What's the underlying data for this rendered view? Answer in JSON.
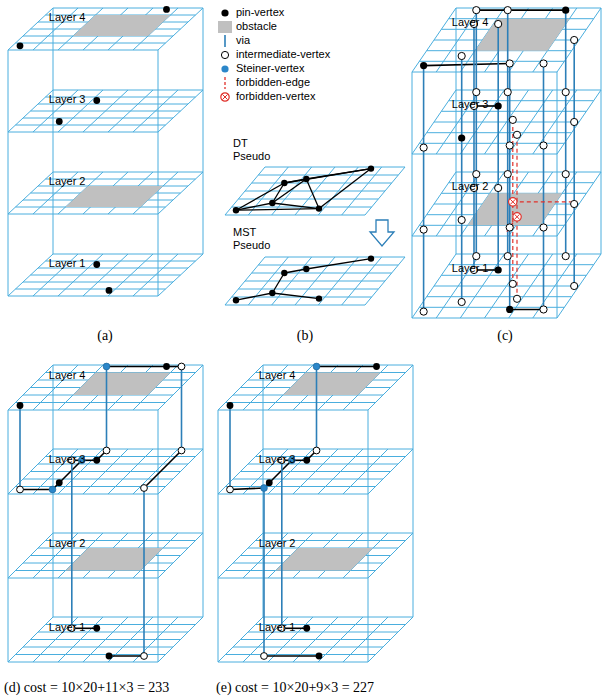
{
  "diagram": {
    "labels": [
      "Layer 4",
      "Layer 3",
      "Layer 2",
      "Layer 1",
      "(a)",
      "DT",
      "Pseudo",
      "MST",
      "Pseudo",
      "(b)",
      "Layer 4",
      "Layer 3",
      "Layer 2",
      "Layer 1",
      "(c)",
      "Layer 4",
      "Layer 3",
      "Layer 2",
      "Layer 1",
      "(d) cost = 10×20+11×3 = 233",
      "Layer 4",
      "Layer 3",
      "Layer 2",
      "Layer 1",
      "(e) cost = 10×20+9×3 = 227"
    ],
    "legend": [
      {
        "text": "pin-vertex"
      },
      {
        "text": "obstacle",
        "color": "#c0c0c0"
      },
      {
        "text": "via"
      },
      {
        "text": "intermediate-vertex"
      },
      {
        "text": "Steiner-vertex"
      },
      {
        "text": "forbidden-edge"
      },
      {
        "text": "forbidden-vertex"
      }
    ]
  }
}
